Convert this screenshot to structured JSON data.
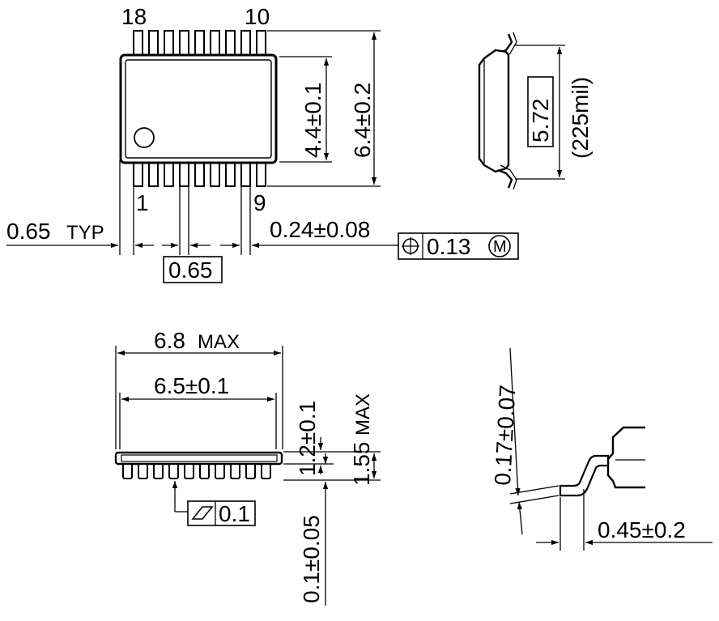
{
  "top_view": {
    "pin_18": "18",
    "pin_10": "10",
    "pin_1": "1",
    "pin_9": "9",
    "dim_body_width": "4.4±0.1",
    "dim_total_width": "6.4±0.2",
    "dim_pitch_typ_value": "0.65",
    "dim_pitch_typ_suffix": "TYP",
    "dim_lead_width": "0.24±0.08",
    "dim_pitch_box": "0.65",
    "position_tolerance": "0.13",
    "position_modifier": "M"
  },
  "end_view": {
    "dim_box": "5.72",
    "dim_mil": "(225mil)"
  },
  "side_view": {
    "dim_max_length_value": "6.8",
    "dim_max_length_suffix": "MAX",
    "dim_body_length": "6.5±0.1",
    "dim_body_height": "1.2±0.1",
    "dim_max_height_value": "1.55",
    "dim_max_height_suffix": "MAX",
    "dim_standoff": "0.1±0.05",
    "flatness_value": "0.1"
  },
  "lead_detail": {
    "dim_lead_thickness": "0.17±0.07",
    "dim_foot_length": "0.45±0.2"
  }
}
